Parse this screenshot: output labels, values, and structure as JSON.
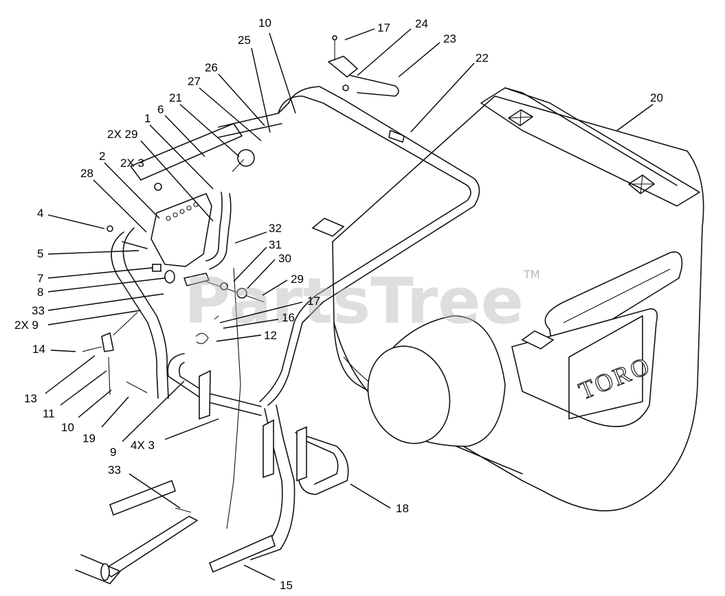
{
  "brand_logo": "TORO",
  "watermark": {
    "text": "PartsTree",
    "trademark": "TM"
  },
  "callouts": [
    {
      "id": "c10a",
      "label": "10"
    },
    {
      "id": "c17a",
      "label": "17"
    },
    {
      "id": "c24",
      "label": "24"
    },
    {
      "id": "c25",
      "label": "25"
    },
    {
      "id": "c23",
      "label": "23"
    },
    {
      "id": "c22",
      "label": "22"
    },
    {
      "id": "c26",
      "label": "26"
    },
    {
      "id": "c20",
      "label": "20"
    },
    {
      "id": "c27",
      "label": "27"
    },
    {
      "id": "c21",
      "label": "21"
    },
    {
      "id": "c6",
      "label": "6"
    },
    {
      "id": "c1",
      "label": "1"
    },
    {
      "id": "c2x29",
      "label": "2X 29"
    },
    {
      "id": "c2",
      "label": "2"
    },
    {
      "id": "c2x3",
      "label": "2X 3"
    },
    {
      "id": "c28",
      "label": "28"
    },
    {
      "id": "c4",
      "label": "4"
    },
    {
      "id": "c32",
      "label": "32"
    },
    {
      "id": "c5",
      "label": "5"
    },
    {
      "id": "c31",
      "label": "31"
    },
    {
      "id": "c30",
      "label": "30"
    },
    {
      "id": "c7",
      "label": "7"
    },
    {
      "id": "c29",
      "label": "29"
    },
    {
      "id": "c8",
      "label": "8"
    },
    {
      "id": "c17b",
      "label": "17"
    },
    {
      "id": "c33a",
      "label": "33"
    },
    {
      "id": "c16",
      "label": "16"
    },
    {
      "id": "c2x9",
      "label": "2X 9"
    },
    {
      "id": "c12",
      "label": "12"
    },
    {
      "id": "c14",
      "label": "14"
    },
    {
      "id": "c13",
      "label": "13"
    },
    {
      "id": "c11",
      "label": "11"
    },
    {
      "id": "c10b",
      "label": "10"
    },
    {
      "id": "c19",
      "label": "19"
    },
    {
      "id": "c9",
      "label": "9"
    },
    {
      "id": "c4x3",
      "label": "4X 3"
    },
    {
      "id": "c33b",
      "label": "33"
    },
    {
      "id": "c18",
      "label": "18"
    },
    {
      "id": "c15",
      "label": "15"
    }
  ]
}
